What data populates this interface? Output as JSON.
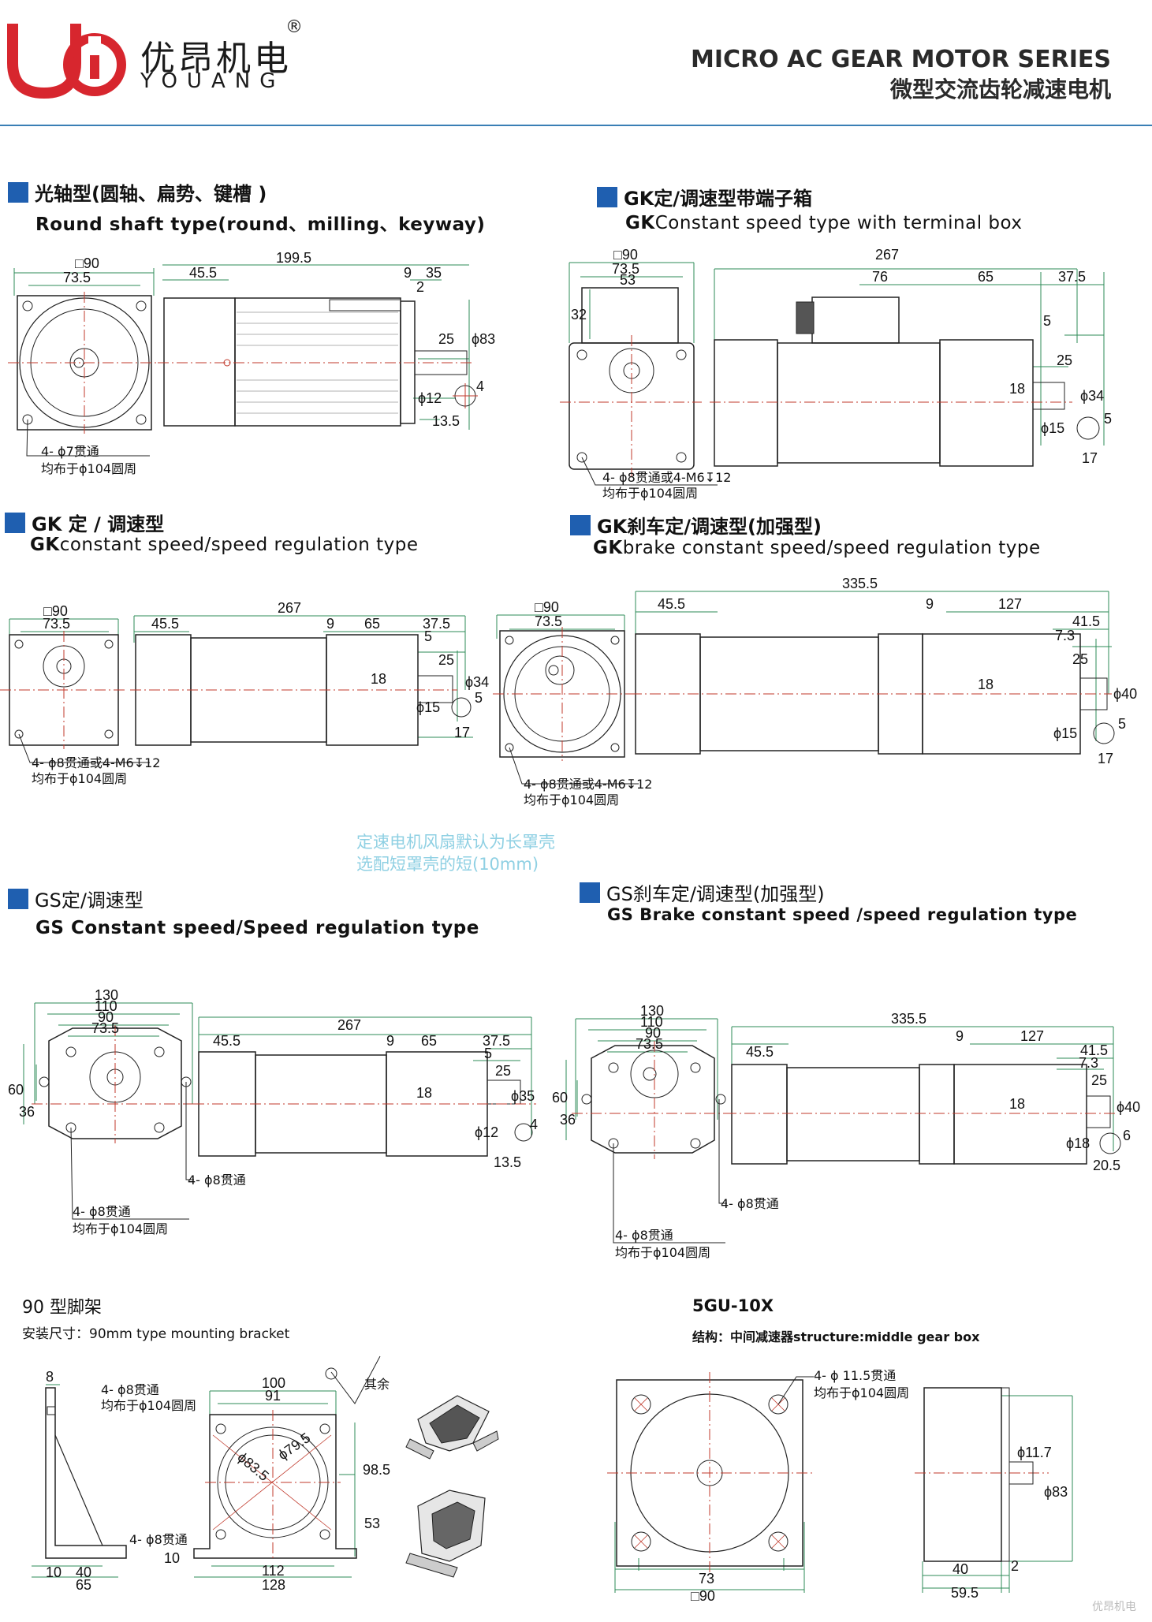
{
  "header": {
    "brand_cn": "优昂机电",
    "brand_en": "YOUANG",
    "reg_mark": "®",
    "series_en": "MICRO AC GEAR MOTOR SERIES",
    "series_cn": "微型交流齿轮减速电机",
    "accent_color": "#1f5fb0",
    "logo_red": "#d7262e"
  },
  "sections": {
    "round": {
      "title": "光轴型(圆轴、扁势、键槽 )",
      "subtitle": "Round shaft type(round、milling、keyway)"
    },
    "gk_box": {
      "title": "GK定/调速型带端子箱",
      "subtitle_b": "GK",
      "subtitle": "Constant speed type with terminal box"
    },
    "gk": {
      "title": "GK 定 / 调速型",
      "subtitle_b": "GK",
      "subtitle": "constant speed/speed regulation type"
    },
    "gk_brake": {
      "title": "GK刹车定/调速型(加强型)",
      "subtitle_b": "GK",
      "subtitle": "brake constant speed/speed regulation type"
    },
    "gs": {
      "title": "GS定/调速型",
      "subtitle": "GS Constant speed/Speed regulation type"
    },
    "gs_brake": {
      "title": "GS刹车定/调速型(加强型)",
      "subtitle": "GS Brake constant speed /speed regulation type"
    }
  },
  "note": {
    "line1": "定速电机风扇默认为长罩壳",
    "line2": "选配短罩壳的短(10mm)"
  },
  "bracket": {
    "title": "90 型脚架",
    "subtitle": "安装尺寸：90mm type mounting bracket",
    "finish": "其余"
  },
  "gearbox": {
    "title": "5GU-10X",
    "subtitle": "结构：中间减速器structure:middle gear box"
  },
  "dims": {
    "d1": {
      "sq": "□90",
      "a": "73.5",
      "b": "45.5",
      "len": "199.5",
      "c": "9",
      "d": "35",
      "e": "2",
      "f": "25",
      "phi": "ϕ83",
      "shaft": "ϕ12",
      "key": "4",
      "h": "13.5",
      "holes": "4- ϕ7贯通",
      "pcd": "均布于ϕ104圆周"
    },
    "d2": {
      "sq": "□90",
      "a": "73.5",
      "b": "53",
      "c": "32",
      "len": "267",
      "d": "76",
      "e": "65",
      "f": "37.5",
      "g": "5",
      "h": "25",
      "phi": "ϕ34",
      "i": "18",
      "shaft": "ϕ15",
      "key": "5",
      "j": "17",
      "holes": "4- ϕ8贯通或4-M6↧12",
      "pcd": "均布于ϕ104圆周"
    },
    "d3": {
      "sq": "□90",
      "a": "73.5",
      "b": "45.5",
      "len": "267",
      "c": "9",
      "d": "65",
      "e": "37.5",
      "f": "5",
      "g": "25",
      "h": "18",
      "phi": "ϕ34",
      "shaft": "ϕ15",
      "key": "5",
      "i": "17",
      "holes": "4- ϕ8贯通或4-M6↧12",
      "pcd": "均布于ϕ104圆周"
    },
    "d4": {
      "sq": "□90",
      "a": "73.5",
      "b": "45.5",
      "len": "335.5",
      "c": "9",
      "d": "127",
      "e": "41.5",
      "f": "7.3",
      "g": "25",
      "h": "18",
      "phi": "ϕ40",
      "shaft": "ϕ15",
      "key": "5",
      "i": "17",
      "holes": "4- ϕ8贯通或4-M6↧12",
      "pcd": "均布于ϕ104圆周"
    },
    "d5": {
      "w1": "130",
      "w2": "110",
      "w3": "90",
      "w4": "73.5",
      "h1": "60",
      "h2": "36",
      "b": "45.5",
      "len": "267",
      "c": "9",
      "d": "65",
      "e": "37.5",
      "f": "5",
      "g": "25",
      "h": "18",
      "phi": "ϕ35",
      "shaft": "ϕ12",
      "key": "4",
      "i": "13.5",
      "holes1": "4- ϕ8贯通",
      "holes2": "4- ϕ8贯通",
      "pcd": "均布于ϕ104圆周"
    },
    "d6": {
      "w1": "130",
      "w2": "110",
      "w3": "90",
      "w4": "73.5",
      "h1": "60",
      "h2": "36",
      "b": "45.5",
      "len": "335.5",
      "c": "9",
      "d": "127",
      "e": "41.5",
      "f": "7.3",
      "g": "25",
      "h": "18",
      "phi": "ϕ40",
      "shaft": "ϕ18",
      "key": "6",
      "i": "20.5",
      "holes1": "4- ϕ8贯通",
      "holes2": "4- ϕ8贯通",
      "pcd": "均布于ϕ104圆周"
    },
    "d7": {
      "a": "8",
      "b": "100",
      "c": "91",
      "holes1": "4- ϕ8贯通",
      "pcd": "均布于ϕ104圆周",
      "r1": "ϕ83.5",
      "r2": "ϕ79.5",
      "h1": "98.5",
      "h2": "53",
      "holes2": "4- ϕ8贯通",
      "t": "10",
      "w1": "10",
      "w2": "40",
      "w3": "65",
      "w4": "112",
      "w5": "128"
    },
    "d8": {
      "holes": "4- ϕ 11.5贯通",
      "pcd": "均布于ϕ104圆周",
      "w1": "73",
      "sq": "□90",
      "s": "ϕ11.7",
      "phi": "ϕ83",
      "a": "40",
      "b": "2",
      "c": "59.5"
    }
  },
  "watermark": "优昂机电"
}
